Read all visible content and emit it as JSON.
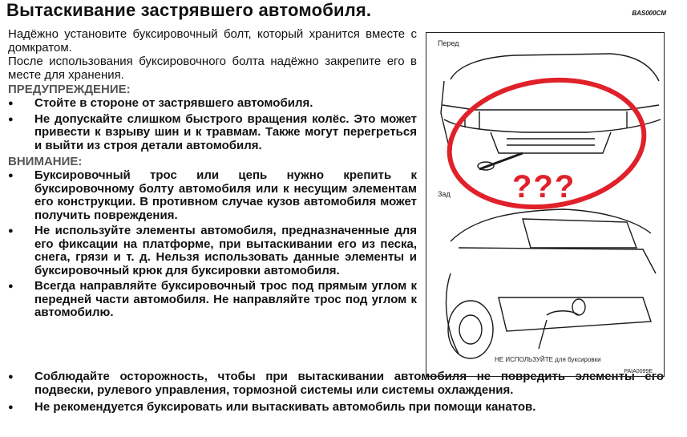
{
  "page": {
    "title": "Вытаскивание застрявшего автомобиля.",
    "code": "BAS000CM"
  },
  "intro": [
    "Надёжно установите буксировочный болт, который хранится вместе с домкратом.",
    "После использования буксировочного болта надёжно закрепите его в месте для хранения."
  ],
  "warning": {
    "heading": "ПРЕДУПРЕЖДЕНИЕ:",
    "items": [
      "Стойте в стороне от застрявшего автомобиля.",
      "Не допускайте слишком быстрого вращения колёс. Это может привести к взрыву шин и к травмам. Также могут перегреться и выйти из строя детали автомобиля."
    ]
  },
  "caution": {
    "heading": "ВНИМАНИЕ:",
    "items": [
      "Буксировочный трос или цепь нужно крепить к буксировочному болту автомобиля или к несущим элементам его конструкции. В противном случае кузов автомобиля может получить повреждения.",
      "Не используйте элементы автомобиля, предназначенные для его фиксации на платформе, при вытаскивании его из песка, снега, грязи и т. д. Нельзя использовать данные элементы и буксировочный крюк для буксировки автомобиля.",
      "Всегда направляйте буксировочный трос под прямым углом к передней части автомобиля. Не направляйте трос под углом к автомобилю.",
      "Соблюдайте осторожность, чтобы при вытаскивании автомобиля не повредить элементы его подвески, рулевого управления, тормозной системы или системы охлаждения.",
      "Не рекомендуется буксировать или вытаскивать автомобиль при помощи канатов."
    ]
  },
  "figure": {
    "front_label": "Перед",
    "rear_label": "Зад",
    "annotation": "???",
    "warning_label": "НЕ ИСПОЛЬЗУЙТЕ для буксировки",
    "code": "PAIA0099E",
    "highlight_color": "#e0212a"
  }
}
